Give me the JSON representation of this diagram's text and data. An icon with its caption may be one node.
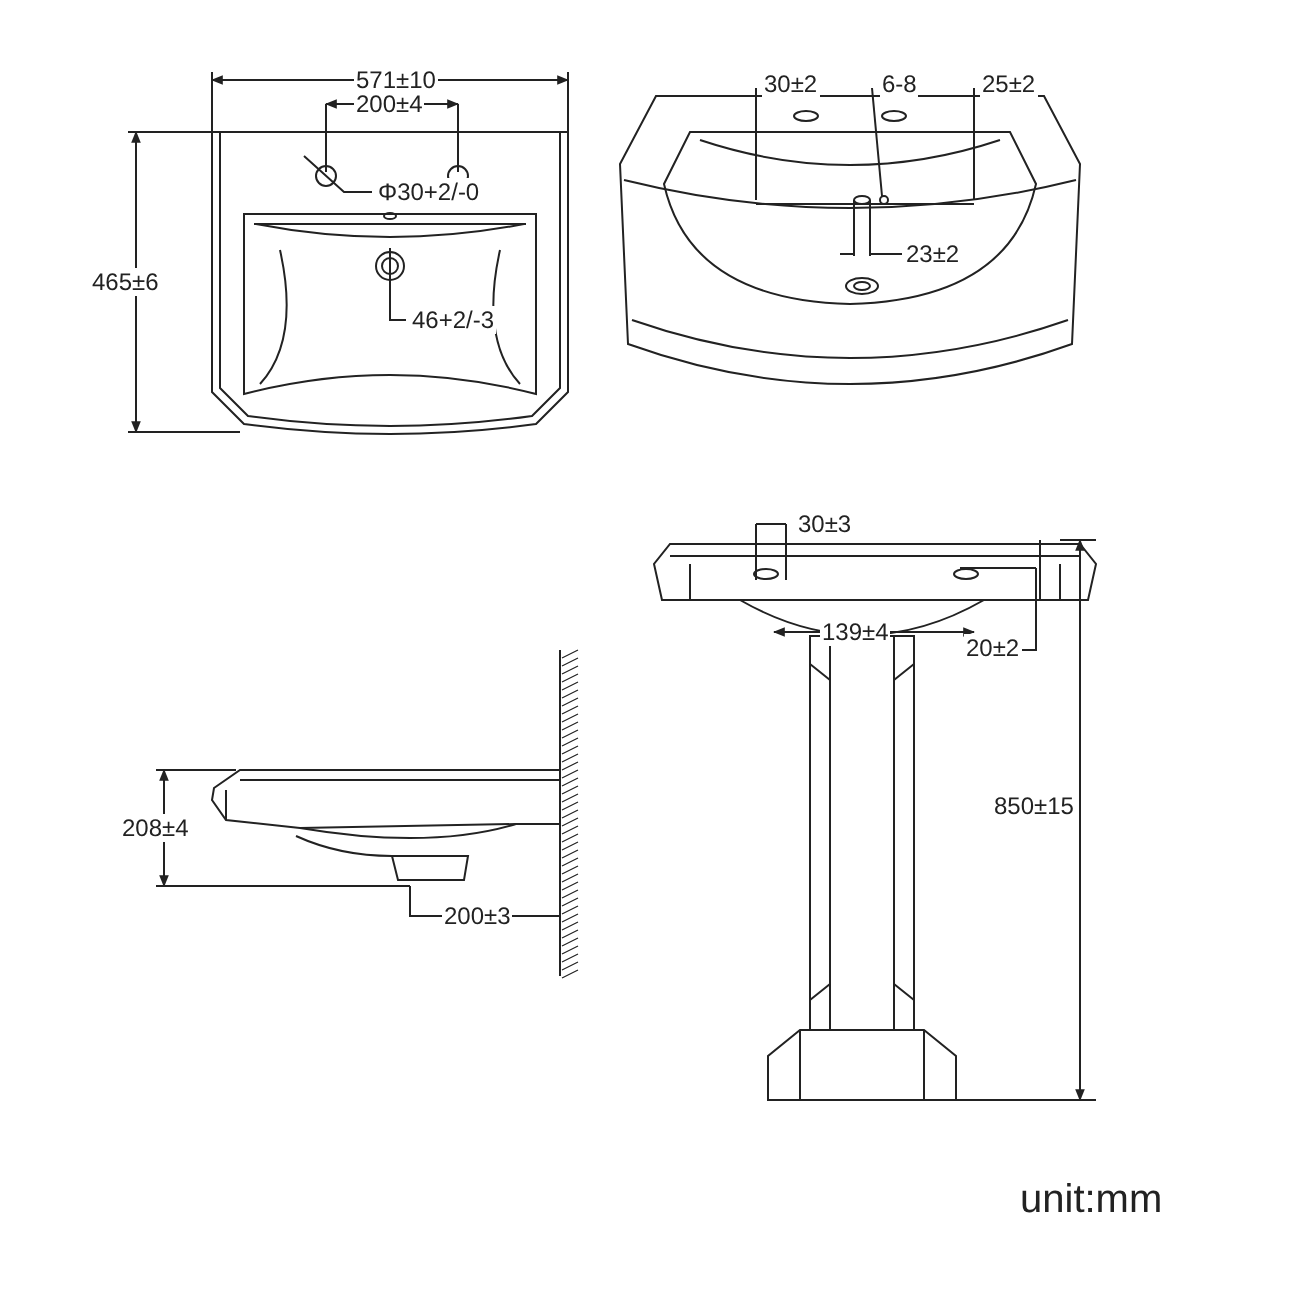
{
  "diagram": {
    "labels": [
      "571±10",
      "200±4",
      "30±2",
      "6-8",
      "25±2",
      "Φ30+2/-0",
      "23±2",
      "465±6",
      "46+2/-3",
      "30±3",
      "139±4",
      "20±2",
      "850±15",
      "208±4",
      "200±3",
      "unit:mm"
    ]
  }
}
